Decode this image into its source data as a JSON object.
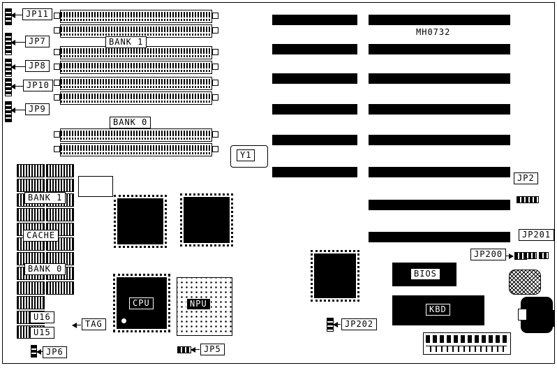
{
  "board": {
    "code": "MH0732"
  },
  "labels": {
    "jp11": "JP11",
    "jp7": "JP7",
    "jp8": "JP8",
    "jp10": "JP10",
    "jp9": "JP9",
    "bank1_simm": "BANK 1",
    "bank0_simm": "BANK 0",
    "y1": "Y1",
    "jp2": "JP2",
    "jp201": "JP201",
    "jp200": "JP200",
    "jp202": "JP202",
    "bios": "BIOS",
    "kbd": "KBD",
    "cpu": "CPU",
    "npu": "NPU",
    "bank1_cache": "BANK 1",
    "cache": "CACHE",
    "bank0_cache": "BANK 0",
    "u16": "U16",
    "u15": "U15",
    "tag": "TAG",
    "jp6": "JP6",
    "jp5": "JP5"
  }
}
